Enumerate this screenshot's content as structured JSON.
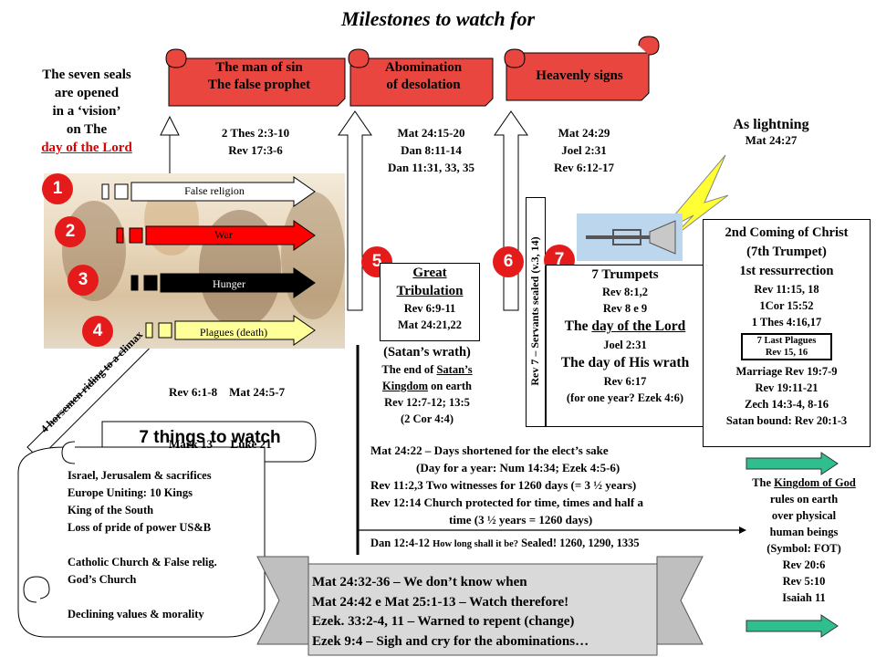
{
  "title": "Milestones to watch for",
  "intro": {
    "lines": [
      "The seven seals",
      "are opened",
      "in a ‘vision’",
      "on The"
    ],
    "highlight": "day of the Lord"
  },
  "banners": [
    {
      "line1": "The man of sin",
      "line2": "The false prophet"
    },
    {
      "line1": "Abomination",
      "line2": "of desolation"
    },
    {
      "line1": "Heavenly signs",
      "line2": ""
    }
  ],
  "refs": {
    "man_of_sin": [
      "2 Thes 2:3-10",
      "Rev 17:3-6"
    ],
    "abomination": [
      "Mat 24:15-20",
      "Dan 8:11-14",
      "Dan 11:31, 33, 35"
    ],
    "heavenly": [
      "Mat 24:29",
      "Joel 2:31",
      "Rev 6:12-17"
    ]
  },
  "lightning": {
    "title": "As lightning",
    "ref": "Mat 24:27"
  },
  "seals": [
    {
      "num": "1",
      "label": "False religion",
      "color": "#ffffff"
    },
    {
      "num": "2",
      "label": "War",
      "color": "#ff0000"
    },
    {
      "num": "3",
      "label": "Hunger",
      "color": "#000000"
    },
    {
      "num": "4",
      "label": "Plagues  (death)",
      "color": "#ffff99"
    }
  ],
  "seal_refs": {
    "line1": "Rev 6:1-8    Mat 24:5-7",
    "line2": "Mark 13      Luke 21"
  },
  "horsemen": "4 horsemen riding to a climax",
  "great_trib": {
    "num": "5",
    "title1": "Great",
    "title2": "Tribulation",
    "refs": [
      "Rev 6:9-11",
      "Mat 24:21,22"
    ]
  },
  "satan": {
    "title": "(Satan’s wrath)",
    "line1": "The end of ",
    "link1": "Satan’s",
    "link2": "Kingdom",
    "line2": "  on earth",
    "refs": [
      "Rev 12:7-12; 13:5",
      "(2 Cor 4:4)"
    ]
  },
  "sealed": {
    "num": "6",
    "text": "Rev 7 – Servants sealed (v.3, 14)"
  },
  "trumpets": {
    "num": "7",
    "title": "7 Trumpets",
    "refs": [
      "Rev 8:1,2",
      "Rev 8 e 9"
    ],
    "dol_pre": "The ",
    "dol_link": "day of the Lord",
    "joel": "Joel 2:31",
    "wrath": "The day of His wrath",
    "rev": "Rev 6:17",
    "year": "(for one year? Ezek 4:6)"
  },
  "coming": {
    "line1": "2nd Coming of Christ",
    "line2": "(7th Trumpet)",
    "line3": "1st ressurrection",
    "refs": [
      "Rev 11:15, 18",
      "1Cor 15:52",
      "1 Thes 4:16,17"
    ],
    "plagues": [
      "7 Last Plagues",
      "Rev 15, 16"
    ],
    "more": [
      "Marriage Rev 19:7-9",
      "Rev 19:11-21",
      "Zech 14:3-4, 8-16",
      "Satan bound:  Rev 20:1-3"
    ]
  },
  "timeline": [
    "Mat 24:22 – Days shortened for the elect’s  sake",
    "(Day for a year: Num 14:34; Ezek 4:5-6)",
    "Rev 11:2,3 Two witnesses for 1260 days (= 3 ½ years)",
    "Rev 12:14 Church  protected for time, times and half a",
    "time (3 ½ years = 1260 days)"
  ],
  "dan": {
    "ref": "Dan 12:4-12",
    "q": "How long shall it be?",
    "rest": " Sealed! 1260, 1290, 1335"
  },
  "watch": {
    "title": "7 things to watch",
    "items": [
      "Israel, Jerusalem  & sacrifices",
      "Europe Uniting:  10 Kings",
      "King of the South",
      "Loss of pride  of power  US&B",
      "",
      "Catholic Church  & False relig.",
      "God’s Church",
      "",
      "Declining  values & morality"
    ]
  },
  "kingdom": {
    "pre": "The ",
    "link": "Kingdom  of God",
    "lines": [
      "rules on earth",
      "over physical",
      "human  beings",
      "(Symbol:  FOT)",
      "Rev 20:6",
      "Rev 5:10",
      "Isaiah 11"
    ]
  },
  "bottom": [
    "Mat 24:32-36  – We don’t know when",
    "Mat 24:42 e Mat 25:1-13  – Watch therefore!",
    "Ezek. 33:2-4, 11 – Warned to repent (change)",
    "Ezek 9:4 – Sigh and cry for the abominations…"
  ],
  "colors": {
    "banner": "#e8463f",
    "accent": "#e51b1b",
    "green_arrow": "#2fbf8f",
    "scroll": "#d9d9d9"
  }
}
